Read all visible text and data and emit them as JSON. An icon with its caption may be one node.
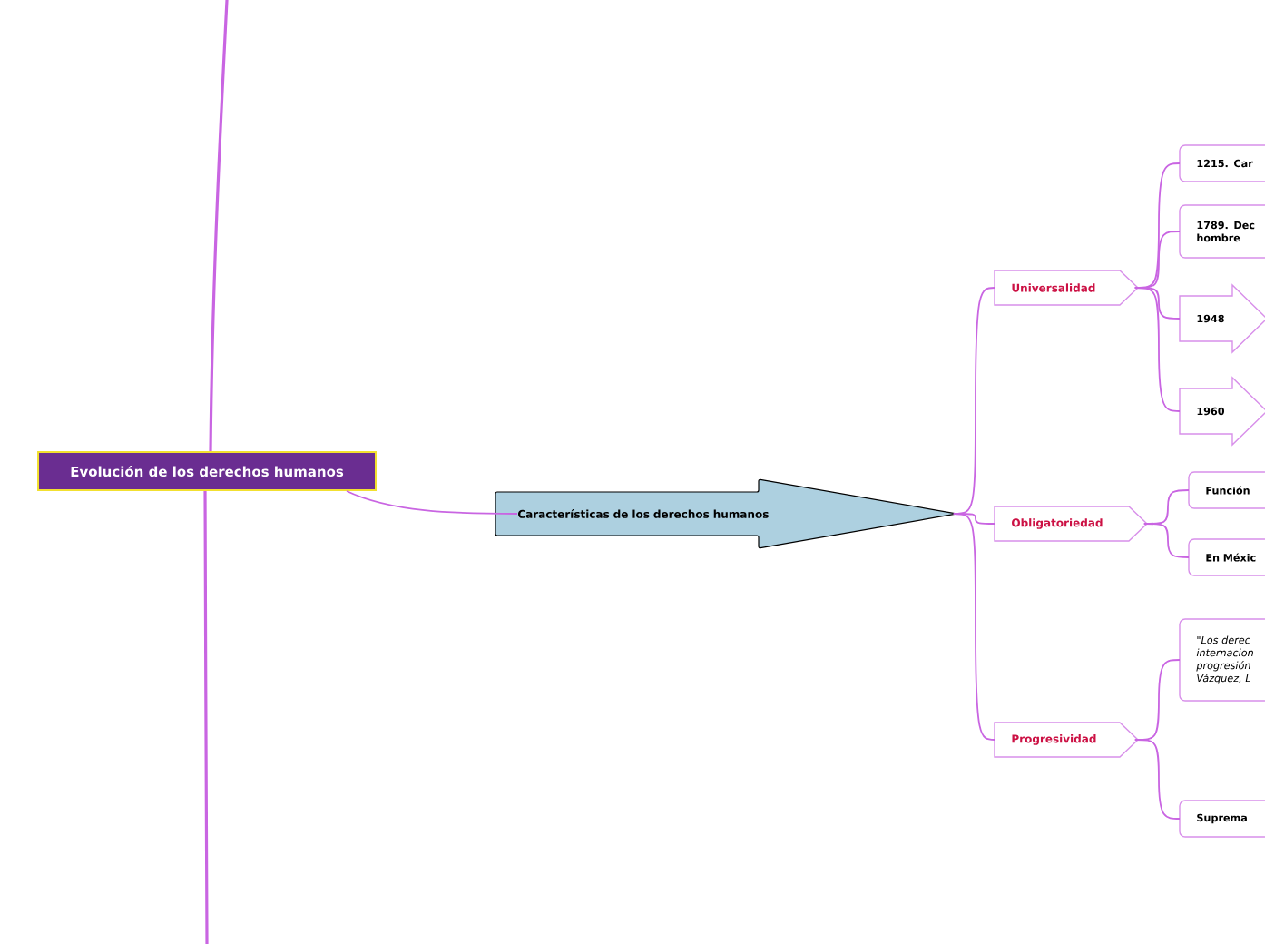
{
  "diagram": {
    "nodes": [
      {
        "text": [
          "Evolución de los derechos humanos"
        ]
      },
      {
        "text": [
          "Características  de los derechos humanos"
        ]
      },
      {
        "text": [
          "Universalidad"
        ]
      },
      {
        "text": [
          "Obligatoriedad"
        ]
      },
      {
        "text": [
          "Progresividad"
        ]
      },
      {
        "text": [
          "1215.  Car"
        ]
      },
      {
        "text": [
          "1789. Dec hombre"
        ]
      },
      {
        "text": [
          "1948"
        ]
      },
      {
        "text": [
          "1960"
        ]
      },
      {
        "text": [
          "Función"
        ]
      },
      {
        "text": [
          "En Méxic"
        ]
      },
      {
        "text": [
          "\"Los derec internacion progresión Vázquez, L"
        ]
      },
      {
        "text": [
          "Suprema"
        ]
      }
    ],
    "edges": [
      {
        "from": 0,
        "to": null,
        "arrow": "none"
      },
      {
        "from": 0,
        "to": null,
        "arrow": "none"
      },
      {
        "from": 0,
        "to": 1,
        "arrow": "none"
      },
      {
        "from": 1,
        "to": 2,
        "arrow": "none"
      },
      {
        "from": 1,
        "to": 3,
        "arrow": "none"
      },
      {
        "from": 1,
        "to": 4,
        "arrow": "none"
      },
      {
        "from": 2,
        "to": 5,
        "arrow": "none"
      },
      {
        "from": 2,
        "to": 6,
        "arrow": "none"
      },
      {
        "from": 2,
        "to": 7,
        "arrow": "none"
      },
      {
        "from": 2,
        "to": 8,
        "arrow": "none"
      },
      {
        "from": 3,
        "to": 9,
        "arrow": "none"
      },
      {
        "from": 3,
        "to": 10,
        "arrow": "none"
      },
      {
        "from": 4,
        "to": 11,
        "arrow": "none"
      },
      {
        "from": 4,
        "to": 12,
        "arrow": "none"
      }
    ]
  }
}
